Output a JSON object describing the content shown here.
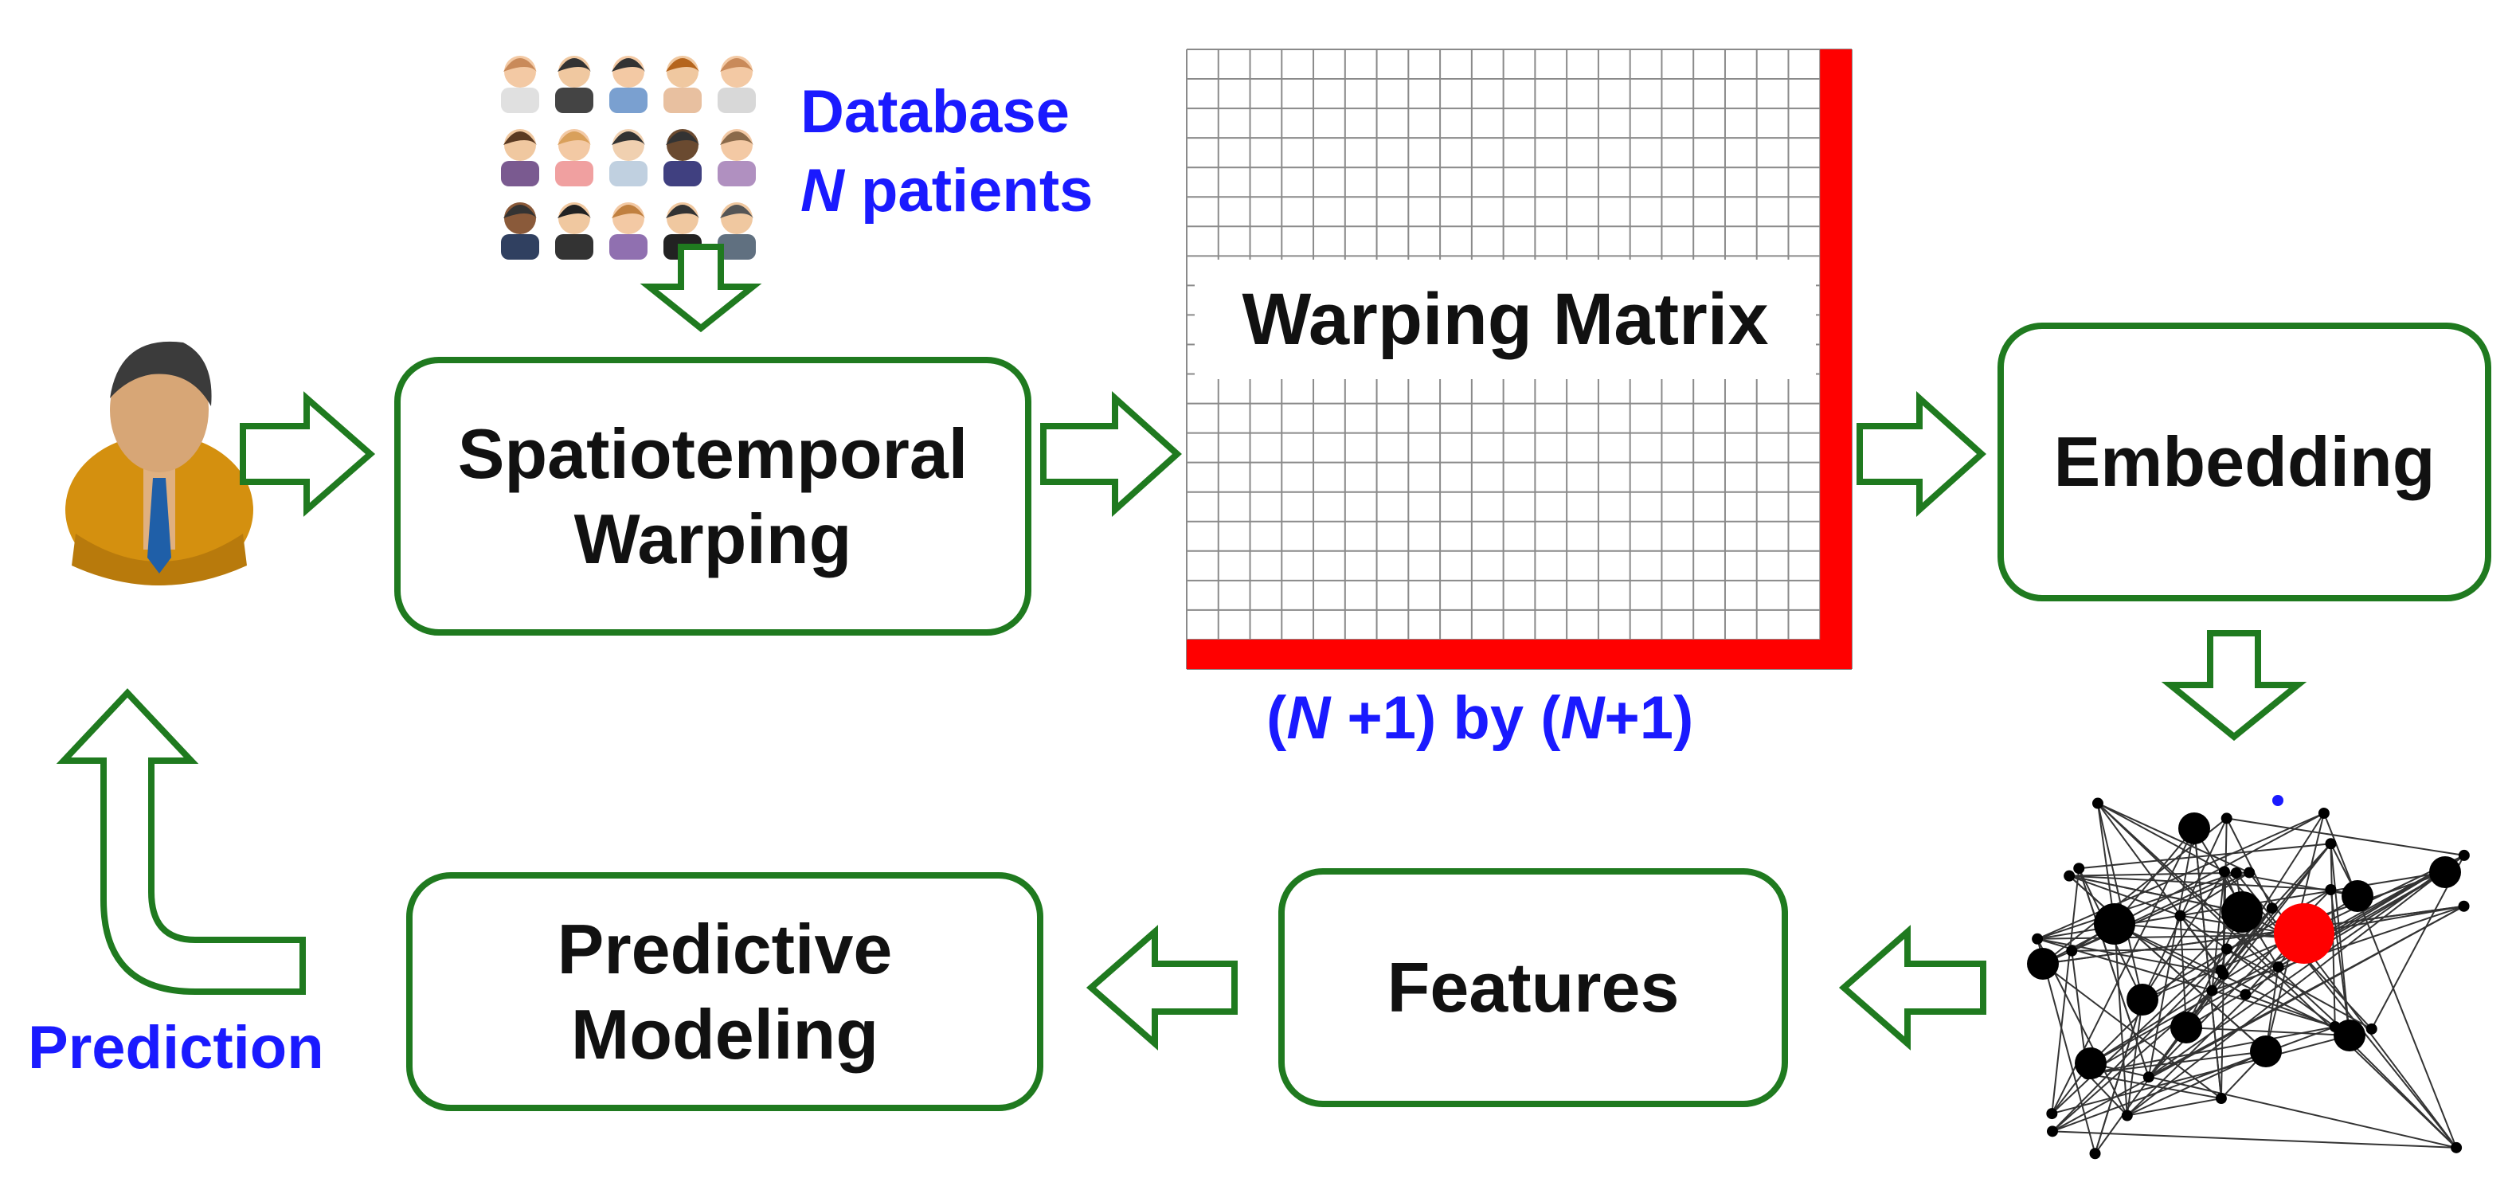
{
  "nodes": {
    "spatiotemporal": "Spatiotemporal\nWarping",
    "embedding": "Embedding",
    "features": "Features",
    "predictive": "Predictive\nModeling"
  },
  "matrix": {
    "title": "Warping Matrix",
    "caption_parts": [
      "(",
      "N",
      " +1) by (",
      "N",
      "+1)"
    ]
  },
  "database": {
    "line1": "Database",
    "line2_italic": "N",
    "line2_rest": " patients"
  },
  "prediction_label": "Prediction",
  "colors": {
    "arrow_green": "#1f7a1f",
    "label_blue": "#1a1aff",
    "highlight_red": "#ff0000"
  },
  "icons": [
    "patient-avatar-icon",
    "patients-database-icon",
    "network-graph-icon"
  ]
}
